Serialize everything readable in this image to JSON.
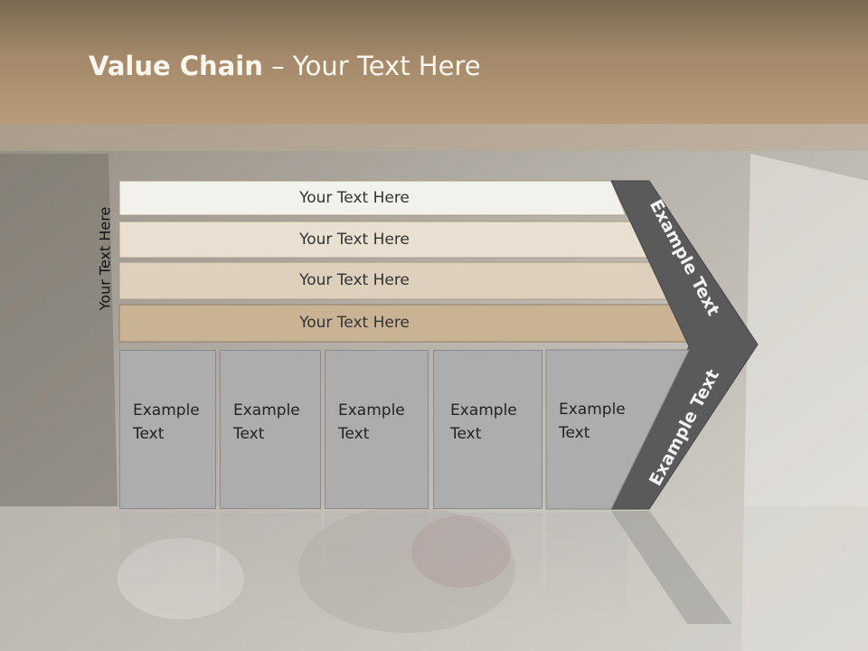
{
  "slide": {
    "title_bold": "Value Chain",
    "title_rest": " – Your Text Here",
    "side_label": "Your Text Here"
  },
  "bars": [
    {
      "label": "Your Text Here",
      "color": "#f3f1ec"
    },
    {
      "label": "Your Text Here",
      "color": "#e9e0d2"
    },
    {
      "label": "Your Text Here",
      "color": "#ddd0bd"
    },
    {
      "label": "Your Text Here",
      "color": "#c9b394"
    }
  ],
  "columns": [
    {
      "label": "Example Text"
    },
    {
      "label": "Example Text"
    },
    {
      "label": "Example Text"
    },
    {
      "label": "Example Text"
    },
    {
      "label": "Example Text"
    }
  ],
  "chevron": {
    "upper_label": "Example Text",
    "lower_label": "Example Text",
    "color": "#5a5a5a"
  }
}
